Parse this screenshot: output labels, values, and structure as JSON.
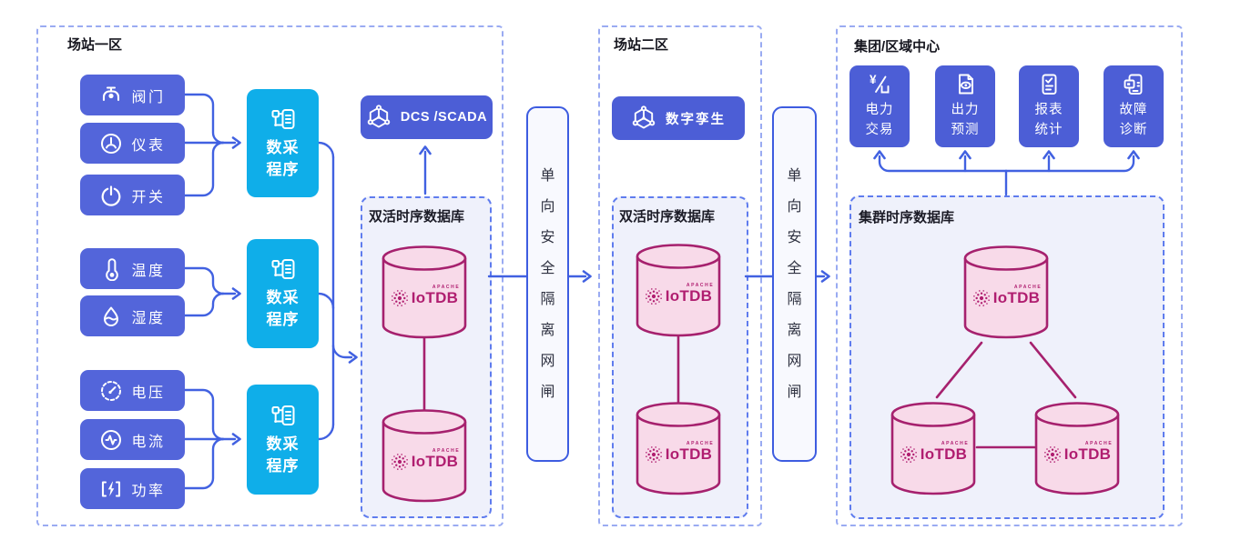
{
  "logo": {
    "apache": "APACHE",
    "name": "IoTDB"
  },
  "station1": {
    "title": "场站一区",
    "sensor_groups": [
      {
        "sensors": [
          {
            "icon": "valve-icon",
            "label": "阀门"
          },
          {
            "icon": "gauge-icon",
            "label": "仪表"
          },
          {
            "icon": "power-icon",
            "label": "开关"
          }
        ]
      },
      {
        "sensors": [
          {
            "icon": "thermometer-icon",
            "label": "温度"
          },
          {
            "icon": "droplet-icon",
            "label": "湿度"
          }
        ]
      },
      {
        "sensors": [
          {
            "icon": "voltage-icon",
            "label": "电压"
          },
          {
            "icon": "current-icon",
            "label": "电流"
          },
          {
            "icon": "power-bracket-icon",
            "label": "功率"
          }
        ]
      }
    ],
    "collector": {
      "line1": "数采",
      "line2": "程序"
    },
    "dcs": "DCS /SCADA",
    "db_title": "双活时序数据库"
  },
  "gateway1": {
    "label": "单向安全隔离网闸"
  },
  "station2": {
    "title": "场站二区",
    "twin": "数字孪生",
    "db_title": "双活时序数据库"
  },
  "gateway2": {
    "label": "单向安全隔离网闸"
  },
  "center": {
    "title": "集团/区域中心",
    "apps": [
      {
        "icon": "power-trade-icon",
        "line1": "电力",
        "line2": "交易"
      },
      {
        "icon": "forecast-icon",
        "line1": "出力",
        "line2": "预测"
      },
      {
        "icon": "report-icon",
        "line1": "报表",
        "line2": "统计"
      },
      {
        "icon": "diagnosis-icon",
        "line1": "故障",
        "line2": "诊断"
      }
    ],
    "db_title": "集群时序数据库"
  },
  "colors": {
    "indigo": "#4c5ed6",
    "cyan": "#0faee9",
    "line_blue": "#4161e1",
    "magenta": "#a6216e",
    "magenta_fill": "#f8dae9",
    "panel_fill": "#eff1fb"
  }
}
